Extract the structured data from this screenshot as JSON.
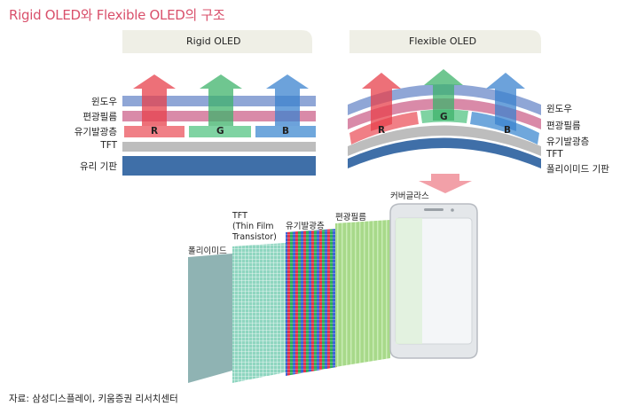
{
  "title": "Rigid OLED와 Flexible OLED의 구조",
  "source": "자료: 삼성디스플레이, 키움증권 리서치센터",
  "rigid": {
    "header": "Rigid OLED",
    "layers": [
      "윈도우",
      "편광필름",
      "유기발광층",
      "TFT",
      "유리 기판"
    ],
    "subpixels": [
      "R",
      "G",
      "B"
    ]
  },
  "flexible": {
    "header": "Flexible OLED",
    "layers": [
      "윈도우",
      "편광필름",
      "유기발광층",
      "TFT",
      "폴리이미드 기판"
    ],
    "subpixels": [
      "R",
      "G",
      "B"
    ]
  },
  "exploded": {
    "polyimide": "폴리이미드",
    "tft_line1": "TFT",
    "tft_line2": "(Thin Film",
    "tft_line3": "Transistor)",
    "organic": "유기발광층",
    "polarizer": "편광필름",
    "cover": "커버글라스"
  },
  "colors": {
    "title": "#d9506b",
    "window": "#8fa6d6",
    "polarizer": "#d98aa8",
    "red": "#f07f86",
    "green": "#7fd3a2",
    "blue": "#6fa7dc",
    "tft": "#bdbdbd",
    "substrate": "#3f6fa8",
    "arrow_down": "#f2a0a8"
  }
}
